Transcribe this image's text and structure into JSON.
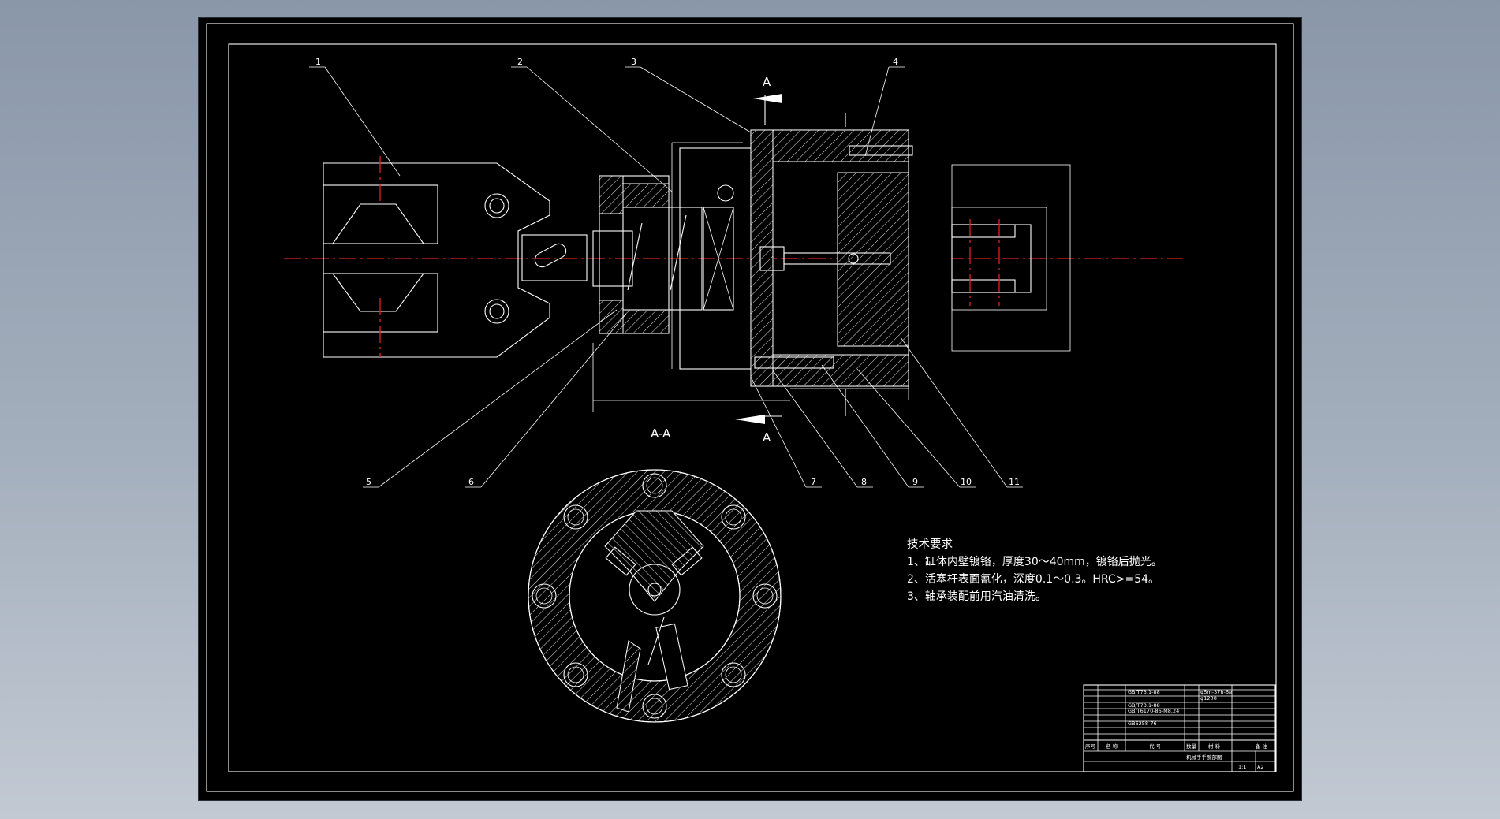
{
  "drawing": {
    "section_label": "A",
    "section_title": "A-A",
    "part_numbers": [
      "1",
      "2",
      "3",
      "4",
      "5",
      "6",
      "7",
      "8",
      "9",
      "10",
      "11"
    ],
    "tech_requirements": {
      "heading": "技术要求",
      "items": [
        "1、缸体内壁镀铬，厚度30～40mm，镀铬后抛光。",
        "2、活塞杆表面氰化，深度0.1～0.3。HRC>=54。",
        "3、轴承装配前用汽油清洗。"
      ]
    },
    "title_block": {
      "drawing_name": "机械手手腕部图",
      "sheet_size": "A2",
      "sheet_ratio": "1:1",
      "header_labels": [
        "序号",
        "名 称",
        "代 号",
        "数量",
        "材 料",
        "备 注"
      ],
      "parts_codes": [
        "GB/T73.1-88",
        "GB/T73.1-88",
        "GB/T6170-86-M8.24",
        "GB6258-76"
      ],
      "parts_notes": [
        "φ5m-37h-6e",
        "φ1200"
      ]
    }
  },
  "colors": {
    "background": "#000000",
    "line": "#ffffff",
    "centerline": "#e02020",
    "window": "#8f9bac"
  }
}
